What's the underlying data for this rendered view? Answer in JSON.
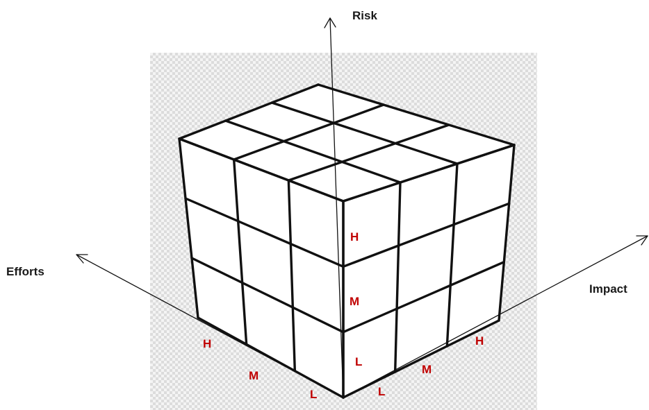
{
  "axes": {
    "risk": "Risk",
    "efforts": "Efforts",
    "impact": "Impact"
  },
  "levels": {
    "risk": [
      "H",
      "M",
      "L"
    ],
    "efforts": [
      "H",
      "M",
      "L"
    ],
    "impact": [
      "L",
      "M",
      "H"
    ]
  },
  "colors": {
    "level_text": "#c00000",
    "line": "#111111",
    "cube_face": "#ffffff",
    "checker_light": "#f4f4f4",
    "checker_dark": "#dcdcdc"
  }
}
